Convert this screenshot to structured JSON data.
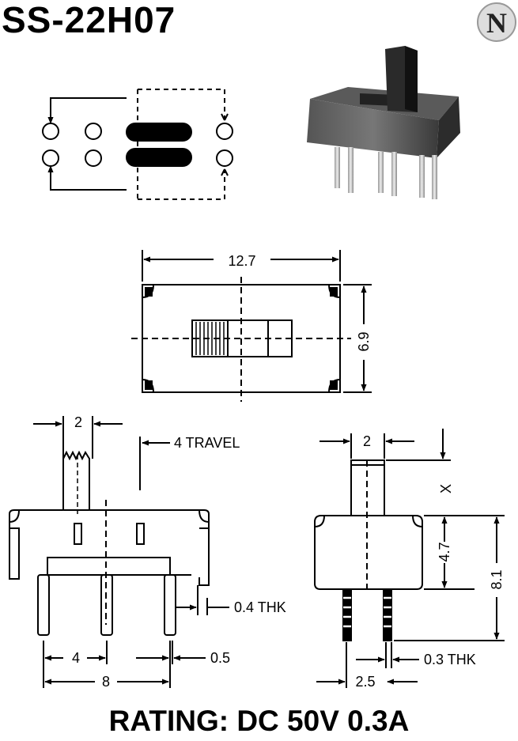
{
  "title": "SS-22H07",
  "logo_letter": "N",
  "rating": "RATING: DC 50V 0.3A",
  "top_view": {
    "width": "12.7",
    "height": "6.9"
  },
  "side_view": {
    "actuator_width": "2",
    "travel": "4 TRAVEL",
    "pin_thickness": "0.4 THK",
    "pin_pitch": "4",
    "pin_span": "8",
    "pin_width": "0.5"
  },
  "end_view": {
    "actuator_width": "2",
    "actuator_extension": "X",
    "body_height": "4.7",
    "total_height": "8.1",
    "pin_thickness": "0.3 THK",
    "pin_offset": "2.5"
  }
}
